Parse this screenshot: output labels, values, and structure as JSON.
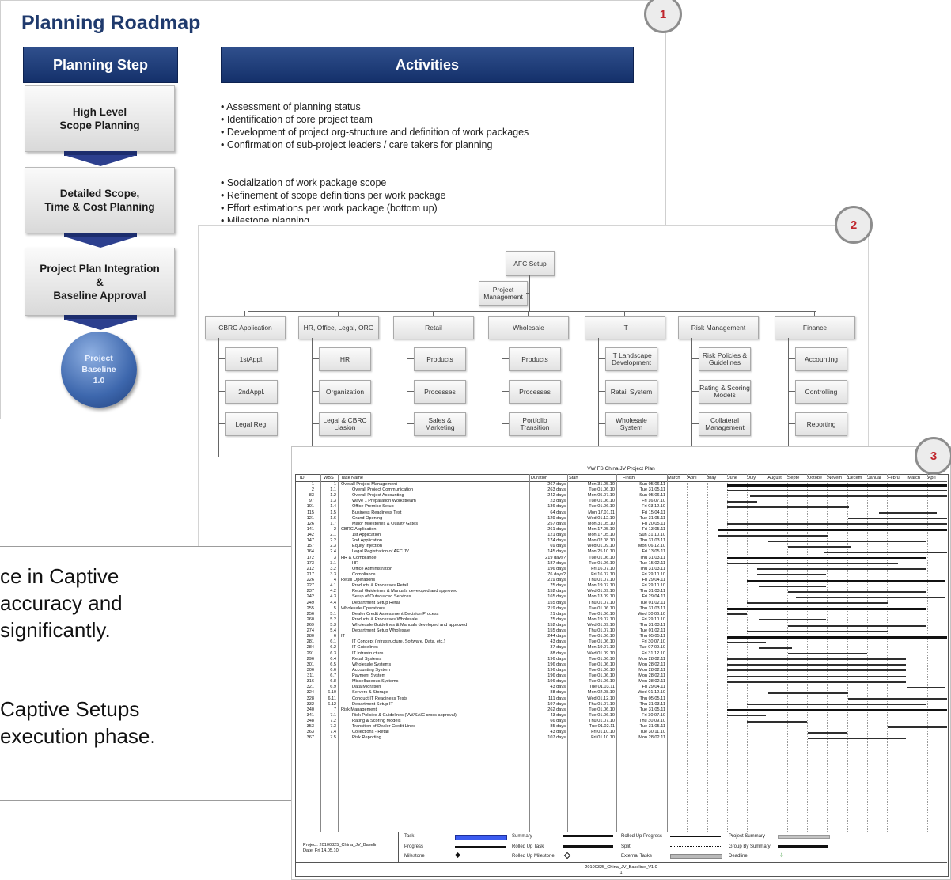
{
  "slide1": {
    "title": "Planning Roadmap",
    "header_step": "Planning Step",
    "header_activities": "Activities",
    "steps": [
      {
        "line1": "High Level",
        "line2": "Scope Planning"
      },
      {
        "line1": "Detailed Scope,",
        "line2": "Time & Cost Planning"
      },
      {
        "line1": "Project Plan Integration",
        "line2": "&",
        "line3": "Baseline Approval"
      }
    ],
    "baseline": {
      "line1": "Project",
      "line2": "Baseline",
      "line3": "1.0"
    },
    "activities_group1": [
      "• Assessment of planning status",
      "• Identification of core project team",
      "• Development of project org-structure and definition of work packages",
      "• Confirmation of sub-project leaders / care takers for planning"
    ],
    "activities_group2": [
      "• Socialization of work package scope",
      "• Refinement of scope definitions per work package",
      "• Effort estimations per work package (bottom up)",
      "• Milestone planning"
    ]
  },
  "badges": [
    "1",
    "2",
    "3"
  ],
  "slide2": {
    "root": "AFC Setup",
    "pm": "Project Management",
    "columns": [
      {
        "name": "CBRC Application",
        "items": [
          "1stAppl.",
          "2ndAppl.",
          "Legal Reg."
        ]
      },
      {
        "name": "HR, Office, Legal, ORG",
        "items": [
          "HR",
          "Organization",
          "Legal & CBRC Liasion"
        ]
      },
      {
        "name": "Retail",
        "items": [
          "Products",
          "Processes",
          "Sales & Marketing"
        ]
      },
      {
        "name": "Wholesale",
        "items": [
          "Products",
          "Processes",
          "Portfolio Transition"
        ]
      },
      {
        "name": "IT",
        "items": [
          "IT Landscape Development",
          "Retail System",
          "Wholesale System"
        ]
      },
      {
        "name": "Risk Management",
        "items": [
          "Risk Policies & Guidelines",
          "Rating & Scoring Models",
          "Collateral Management"
        ]
      },
      {
        "name": "Finance",
        "items": [
          "Accounting",
          "Controlling",
          "Reporting"
        ]
      }
    ]
  },
  "textbox": {
    "lines": [
      "ce in Captive",
      "accuracy and",
      " significantly.",
      "",
      "Captive Setups",
      "execution phase."
    ]
  },
  "slide3": {
    "title": "VW FS China JV Project Plan",
    "headers": {
      "id": "ID",
      "wbs": "WBS",
      "name": "Task Name",
      "duration": "Duration",
      "start": "Start",
      "finish": "Finish"
    },
    "months": [
      "March",
      "April",
      "May",
      "June",
      "July",
      "August",
      "Septe",
      "Octobe",
      "Novem",
      "Decem",
      "Januar",
      "Febru",
      "March",
      "Apri"
    ],
    "rows": [
      [
        "1",
        "1",
        "Overall Project Management",
        "267 days",
        "Mon 31.05.10",
        "Sun 05.06.11"
      ],
      [
        "2",
        "1.1",
        "Overall Project Communication",
        "263 days",
        "Tue 01.06.10",
        "Tue 31.05.11"
      ],
      [
        "83",
        "1.2",
        "Overall Project Accounting",
        "242 days",
        "Mon 05.07.10",
        "Sun 05.06.11"
      ],
      [
        "97",
        "1.3",
        "Wave 1 Preparation Workstream",
        "23 days",
        "Tue 01.06.10",
        "Fri 16.07.10"
      ],
      [
        "101",
        "1.4",
        "Office Premise Setup",
        "136 days",
        "Tue 01.06.10",
        "Fri 03.12.10"
      ],
      [
        "115",
        "1.5",
        "Business Readiness Test",
        "64 days",
        "Mon 17.01.11",
        "Fri 15.04.11"
      ],
      [
        "121",
        "1.6",
        "Grand Opening",
        "129 days",
        "Wed 01.12.10",
        "Tue 31.05.11"
      ],
      [
        "126",
        "1.7",
        "Major Milestones & Quality Gates",
        "257 days",
        "Mon 31.05.10",
        "Fri 20.05.11"
      ],
      [
        "141",
        "2",
        "CBRC Application",
        "261 days",
        "Mon 17.05.10",
        "Fri 13.05.11"
      ],
      [
        "142",
        "2.1",
        "1st Application",
        "121 days",
        "Mon 17.05.10",
        "Sun 31.10.10"
      ],
      [
        "147",
        "2.2",
        "2nd Application",
        "174 days",
        "Mon 02.08.10",
        "Thu 31.03.11"
      ],
      [
        "157",
        "2.3",
        "Equity Injection",
        "69 days",
        "Wed 01.09.10",
        "Mon 06.12.10"
      ],
      [
        "164",
        "2.4",
        "Legal Registration of AFC JV",
        "145 days",
        "Mon 25.10.10",
        "Fri 13.05.11"
      ],
      [
        "172",
        "3",
        "HR & Compliance",
        "219 days?",
        "Tue 01.06.10",
        "Thu 31.03.11"
      ],
      [
        "173",
        "3.1",
        "HR",
        "187 days",
        "Tue 01.06.10",
        "Tue 15.02.11"
      ],
      [
        "212",
        "3.2",
        "Office Administration",
        "196 days",
        "Fri 16.07.10",
        "Thu 31.03.11"
      ],
      [
        "217",
        "3.3",
        "Compliance",
        "76 days?",
        "Fri 16.07.10",
        "Fri 29.10.10"
      ],
      [
        "226",
        "4",
        "Retail Operations",
        "219 days",
        "Thu 01.07.10",
        "Fri 29.04.11"
      ],
      [
        "227",
        "4.1",
        "Products & Processes Retail",
        "75 days",
        "Mon 19.07.10",
        "Fri 29.10.10"
      ],
      [
        "237",
        "4.2",
        "Retail Guidelines & Manuals developed and approved",
        "152 days",
        "Wed 01.09.10",
        "Thu 31.03.11"
      ],
      [
        "242",
        "4.3",
        "Setup of Outsourced Services",
        "165 days",
        "Mon 13.09.10",
        "Fri 29.04.11"
      ],
      [
        "249",
        "4.4",
        "Department Setup Retail",
        "155 days",
        "Thu 01.07.10",
        "Tue 01.02.11"
      ],
      [
        "255",
        "5",
        "Wholesale Operations",
        "219 days",
        "Tue 01.06.10",
        "Thu 31.03.11"
      ],
      [
        "256",
        "5.1",
        "Dealer Credit Assessment Decision Process",
        "21 days",
        "Tue 01.06.10",
        "Wed 30.06.10"
      ],
      [
        "260",
        "5.2",
        "Products & Processes Wholesale",
        "75 days",
        "Mon 19.07.10",
        "Fri 29.10.10"
      ],
      [
        "269",
        "5.3",
        "Wholesale Guidelines & Manuals developed and approved",
        "152 days",
        "Wed 01.09.10",
        "Thu 31.03.11"
      ],
      [
        "274",
        "5.4",
        "Department Setup Wholesale",
        "155 days",
        "Thu 01.07.10",
        "Tue 01.02.11"
      ],
      [
        "280",
        "6",
        "IT",
        "244 days",
        "Tue 01.06.10",
        "Thu 05.05.11"
      ],
      [
        "281",
        "6.1",
        "IT Concept (Infrastructure, Software, Data, etc.)",
        "43 days",
        "Tue 01.06.10",
        "Fri 30.07.10"
      ],
      [
        "284",
        "6.2",
        "IT Guidelines",
        "37 days",
        "Mon 19.07.10",
        "Tue 07.09.10"
      ],
      [
        "291",
        "6.3",
        "IT Infrastructure",
        "88 days",
        "Wed 01.09.10",
        "Fri 31.12.10"
      ],
      [
        "296",
        "6.4",
        "Retail Systems",
        "196 days",
        "Tue 01.06.10",
        "Mon 28.02.11"
      ],
      [
        "301",
        "6.5",
        "Wholesale Systems",
        "196 days",
        "Tue 01.06.10",
        "Mon 28.02.11"
      ],
      [
        "306",
        "6.6",
        "Accounting System",
        "196 days",
        "Tue 01.06.10",
        "Mon 28.02.11"
      ],
      [
        "311",
        "6.7",
        "Payment System",
        "196 days",
        "Tue 01.06.10",
        "Mon 28.02.11"
      ],
      [
        "316",
        "6.8",
        "Miscellaneous Systems",
        "196 days",
        "Tue 01.06.10",
        "Mon 28.02.11"
      ],
      [
        "321",
        "6.9",
        "Data Migration",
        "43 days",
        "Tue 01.03.11",
        "Fri 29.04.11"
      ],
      [
        "324",
        "6.10",
        "Servers & Storage",
        "88 days",
        "Mon 02.08.10",
        "Wed 01.12.10"
      ],
      [
        "328",
        "6.11",
        "Conduct IT Readiness Tests",
        "111 days",
        "Wed 01.12.10",
        "Thu 05.05.11"
      ],
      [
        "332",
        "6.12",
        "Department Setup IT",
        "197 days",
        "Thu 01.07.10",
        "Thu 31.03.11"
      ],
      [
        "340",
        "7",
        "Risk Management",
        "262 days",
        "Tue 01.06.10",
        "Tue 31.05.11"
      ],
      [
        "341",
        "7.1",
        "Risk Policies & Guidelines (VW/SAIC cross approval)",
        "43 days",
        "Tue 01.06.10",
        "Fri 30.07.10"
      ],
      [
        "348",
        "7.2",
        "Rating & Scoring Models",
        "66 days",
        "Thu 01.07.10",
        "Thu 30.09.10"
      ],
      [
        "353",
        "7.3",
        "Transition of Dealer Credit Lines",
        "85 days",
        "Tue 01.02.11",
        "Tue 31.05.11"
      ],
      [
        "363",
        "7.4",
        "Collections - Retail",
        "43 days",
        "Fri 01.10.10",
        "Tue 30.11.10"
      ],
      [
        "367",
        "7.5",
        "Risk Reporting",
        "107 days",
        "Fri 01.10.10",
        "Mon 28.02.11"
      ]
    ],
    "footer": {
      "project": "Project: 20100325_China_JV_Baselin",
      "date": "Date: Fri 14.05.10",
      "legend": [
        "Task",
        "Progress",
        "Milestone",
        "Summary",
        "Rolled Up Task",
        "Rolled Up Milestone",
        "Rolled Up Progress",
        "Split",
        "External Tasks",
        "Project Summary",
        "Group By Summary",
        "Deadline"
      ],
      "filename": "20100325_China_JV_Baseline_V1.0",
      "page": "1"
    }
  }
}
